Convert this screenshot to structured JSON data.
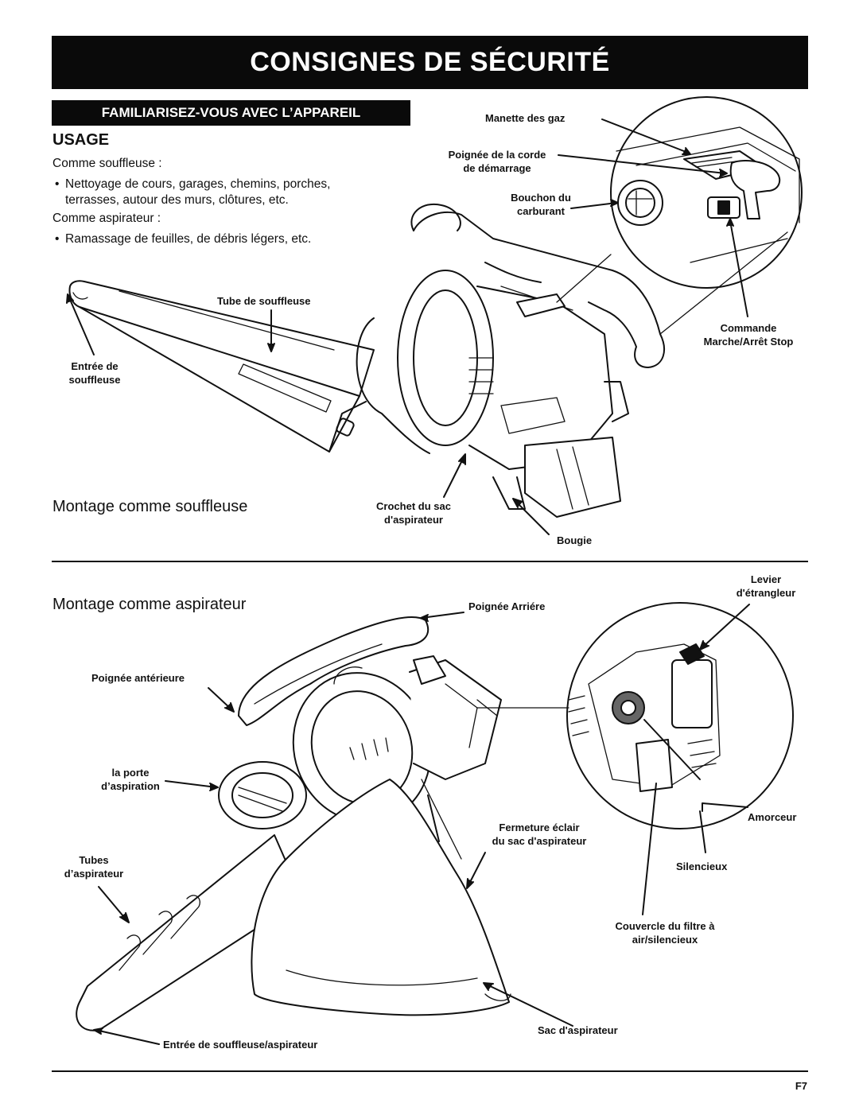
{
  "header": {
    "title": "CONSIGNES DE SÉCURITÉ"
  },
  "section": {
    "title": "FAMILIARISEZ-VOUS AVEC L’APPAREIL"
  },
  "usage": {
    "heading": "USAGE",
    "blower_intro": "Comme souffleuse :",
    "blower_bullet_line1": "Nettoyage de cours, garages, chemins, porches,",
    "blower_bullet_line2": "terrasses, autour des murs, clôtures, etc.",
    "vacuum_intro": "Comme aspirateur :",
    "vacuum_bullet": "Ramassage de feuilles, de débris légers, etc.",
    "bullet_symbol": "•"
  },
  "blower_assembly": {
    "heading": "Montage comme souffleuse",
    "labels": {
      "throttle_line1": "Manette des gaz",
      "starter_line1": "Poignée de la corde",
      "starter_line2": "de démarrage",
      "fuel_cap_line1": "Bouchon du",
      "fuel_cap_line2": "carburant",
      "blower_tube": "Tube de souffleuse",
      "inlet_line1": "Entrée de",
      "inlet_line2": "souffleuse",
      "on_off_line1": "Commande",
      "on_off_line2": "Marche/Arrêt Stop",
      "bag_hook_line1": "Crochet du sac",
      "bag_hook_line2": "d'aspirateur",
      "spark_plug": "Bougie"
    }
  },
  "vacuum_assembly": {
    "heading": "Montage comme aspirateur",
    "labels": {
      "choke_line1": "Levier",
      "choke_line2": "d'étrangleur",
      "rear_handle": "Poignée Arriére",
      "front_handle": "Poignée antérieure",
      "intake_door_line1": "la porte",
      "intake_door_line2": "d’aspiration",
      "primer": "Amorceur",
      "zipper_line1": "Fermeture éclair",
      "zipper_line2": "du sac d'aspirateur",
      "tubes_line1": "Tubes",
      "tubes_line2": "d’aspirateur",
      "muffler": "Silencieux",
      "filter_cover_line1": "Couvercle du filtre à",
      "filter_cover_line2": "air/silencieux",
      "vacuum_bag": "Sac d'aspirateur",
      "inlet": "Entrée de souffleuse/aspirateur"
    }
  },
  "footer": {
    "page": "F7"
  }
}
